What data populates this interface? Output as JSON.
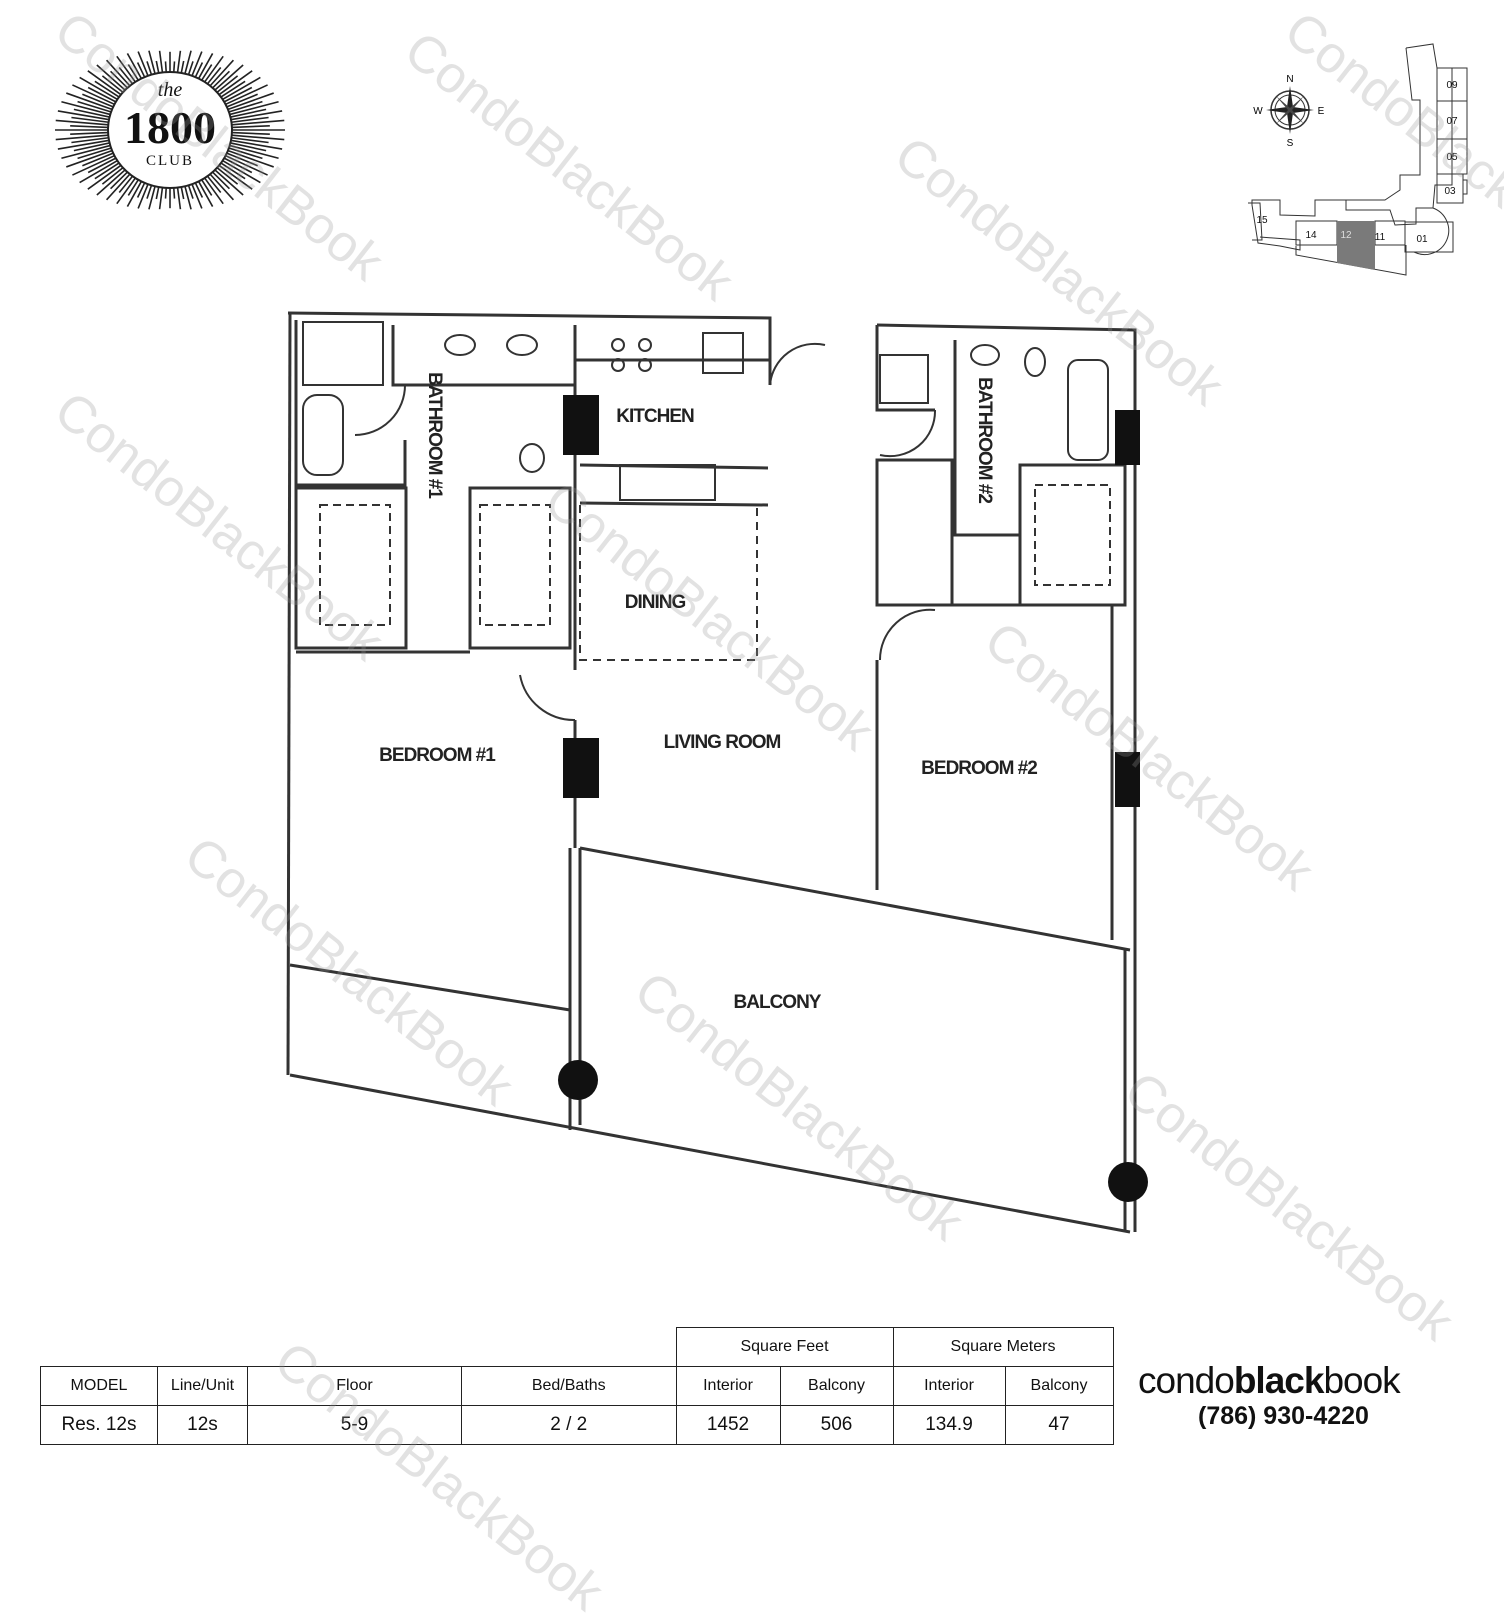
{
  "logo": {
    "the": "the",
    "number": "1800",
    "club": "CLUB"
  },
  "keyplan": {
    "compass": {
      "n": "N",
      "s": "S",
      "e": "E",
      "w": "W"
    },
    "units": [
      "09",
      "07",
      "05",
      "03",
      "15",
      "14",
      "12",
      "11",
      "01"
    ],
    "highlighted_unit": "12",
    "highlight_color": "#7a7a7a"
  },
  "rooms": {
    "kitchen": "KITCHEN",
    "bathroom1": "BATHROOM #1",
    "bathroom2": "BATHROOM #2",
    "dining": "DINING",
    "living": "LIVING ROOM",
    "bedroom1": "BEDROOM #1",
    "bedroom2": "BEDROOM #2",
    "balcony": "BALCONY"
  },
  "table": {
    "group_headers": {
      "sqft": "Square Feet",
      "sqm": "Square Meters"
    },
    "headers": [
      "MODEL",
      "Line/Unit",
      "Floor",
      "Bed/Baths",
      "Interior",
      "Balcony",
      "Interior",
      "Balcony"
    ],
    "values": [
      "Res. 12s",
      "12s",
      "5-9",
      "2 / 2",
      "1452",
      "506",
      "134.9",
      "47"
    ]
  },
  "brand": {
    "condo": "condo",
    "black": "black",
    "book": "book",
    "phone": "(786) 930-4220"
  },
  "watermark": "CondoBlackBook"
}
